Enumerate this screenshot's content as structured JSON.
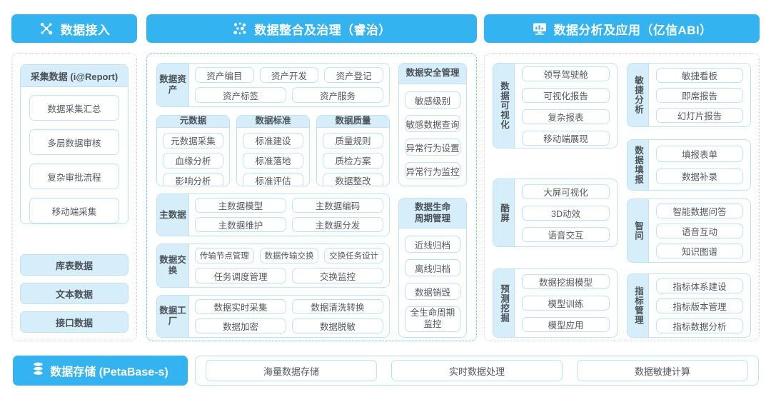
{
  "columns": {
    "ingest": {
      "header": "数据接入",
      "header_icon": "molecule-icon",
      "card": {
        "title": "采集数据 (i@Report)",
        "items": [
          "数据采集汇总",
          "多层数据审核",
          "复杂审批流程",
          "移动端采集"
        ]
      },
      "pills": [
        "库表数据",
        "文本数据",
        "接口数据"
      ]
    },
    "govern": {
      "header": "数据整合及治理（睿治）",
      "header_icon": "nodes-scatter-icon",
      "asset_group": {
        "label": "数据资产",
        "row1": [
          "资产编目",
          "资产开发",
          "资产登记"
        ],
        "row2": [
          "资产标签",
          "资产服务"
        ]
      },
      "three_cards": [
        {
          "title": "元数据",
          "items": [
            "元数据采集",
            "血缘分析",
            "影响分析"
          ]
        },
        {
          "title": "数据标准",
          "items": [
            "标准建设",
            "标准落地",
            "标准评估"
          ]
        },
        {
          "title": "数据质量",
          "items": [
            "质量规则",
            "质检方案",
            "数据整改"
          ]
        }
      ],
      "master_group": {
        "label": "主数据",
        "row1": [
          "主数据模型",
          "主数据编码"
        ],
        "row2": [
          "主数据维护",
          "主数据分发"
        ]
      },
      "exchange_group": {
        "label": "数据交换",
        "row1": [
          "传输节点管理",
          "数据传输交换",
          "交换任务设计"
        ],
        "row2": [
          "任务调度管理",
          "交换监控"
        ]
      },
      "factory_group": {
        "label": "数据工厂",
        "row1": [
          "数据实时采集",
          "数据清洗转换"
        ],
        "row2": [
          "数据加密",
          "数据脱敏"
        ]
      },
      "security_card": {
        "title": "数据安全管理",
        "items": [
          "敏感级别",
          "敏感数据查询",
          "异常行为设置",
          "异常行为监控"
        ]
      },
      "lifecycle_card": {
        "title": "数据生命\n周期管理",
        "title_line1": "数据生命",
        "title_line2": "周期管理",
        "items": [
          "近线归档",
          "离线归档",
          "数据销毁",
          "全生命周期\n监控"
        ],
        "last_item_line1": "全生命周期",
        "last_item_line2": "监控"
      }
    },
    "analyze": {
      "header": "数据分析及应用（亿信ABI）",
      "header_icon": "monitor-chart-icon",
      "left_groups": [
        {
          "label": "数据可视化",
          "items": [
            "领导驾驶舱",
            "可视化报告",
            "复杂报表",
            "移动端展现"
          ]
        },
        {
          "label": "酷屏",
          "items": [
            "大屏可视化",
            "3D动效",
            "语音交互"
          ]
        },
        {
          "label": "预测挖掘",
          "items": [
            "数据挖掘模型",
            "模型训练",
            "模型应用"
          ]
        }
      ],
      "right_groups": [
        {
          "label": "敏捷分析",
          "items": [
            "敏捷看板",
            "即席报告",
            "幻灯片报告"
          ]
        },
        {
          "label": "数据填报",
          "items": [
            "填报表单",
            "数据补录"
          ]
        },
        {
          "label": "智问",
          "items": [
            "智能数据问答",
            "语音互动",
            "知识图谱"
          ]
        },
        {
          "label": "指标管理",
          "items": [
            "指标体系建设",
            "指标版本管理",
            "指标数据分析"
          ]
        }
      ]
    }
  },
  "storage": {
    "label": "数据存储 (PetaBase-s)",
    "icon": "database-icon",
    "items": [
      "海量数据存储",
      "实时数据处理",
      "数据敏捷计算"
    ]
  },
  "colors": {
    "brand": "#34b3f1",
    "light_fill": "#d6edfa",
    "card_border": "#bfe2f6",
    "panel_dotted_gray": "#cfd4d8",
    "panel_dotted_blue": "#59b9ee",
    "text": "#53595e"
  }
}
